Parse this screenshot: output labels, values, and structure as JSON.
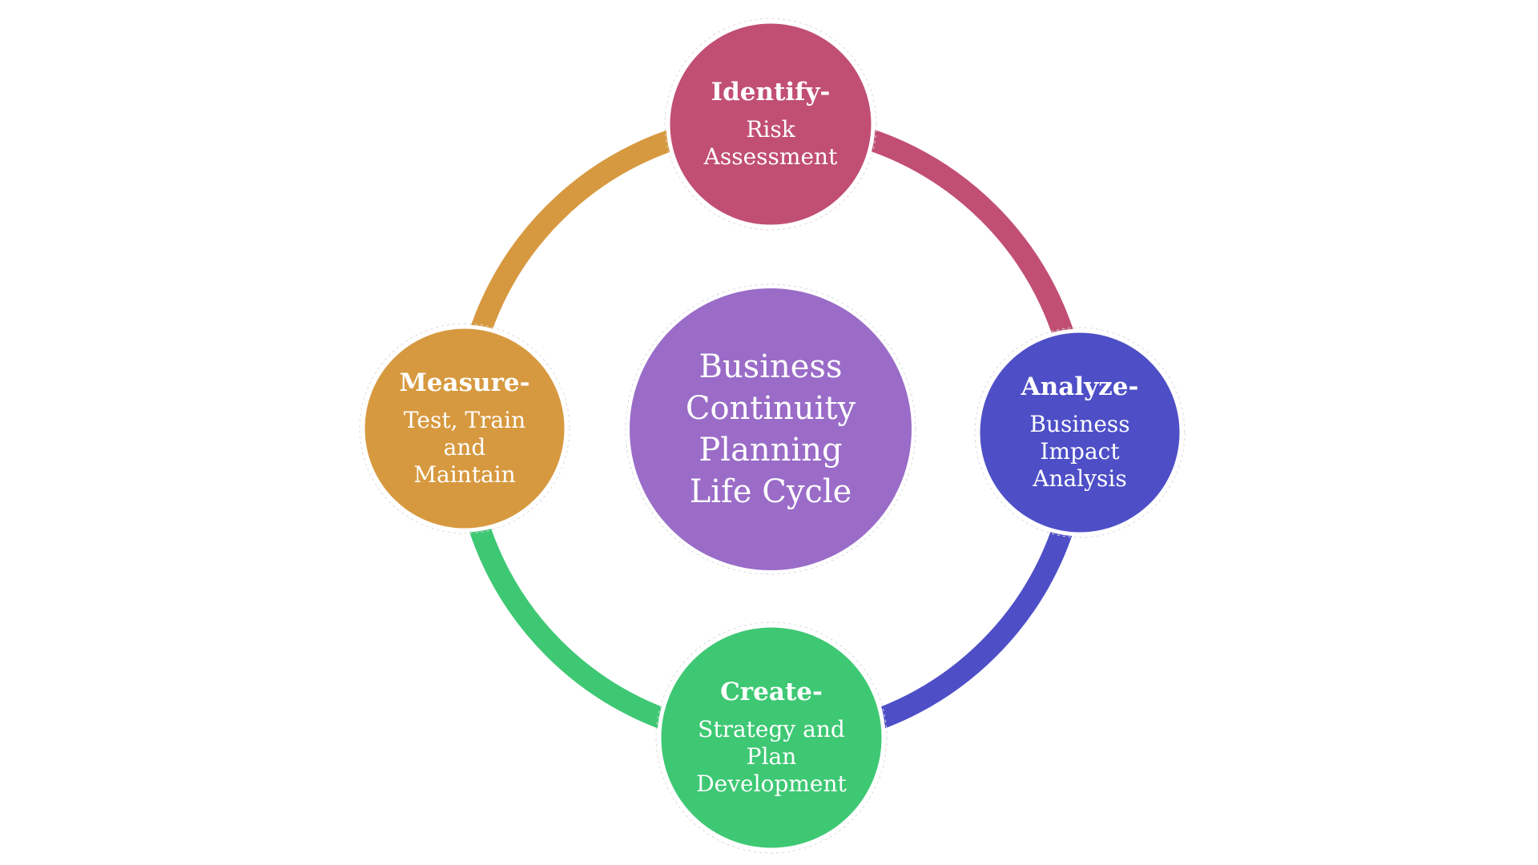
{
  "diagram": {
    "background": "#ffffff",
    "text_color": "#ffffff",
    "center": {
      "label": "Business\nContinuity\nPlanning\nLife Cycle",
      "color": "#9a6cc8"
    },
    "nodes": [
      {
        "position": "top",
        "heading": "Identify-",
        "subtitle": "Risk\nAssessment",
        "color": "#c14f73"
      },
      {
        "position": "right",
        "heading": "Analyze-",
        "subtitle": "Business\nImpact\nAnalysis",
        "color": "#4e4fc7"
      },
      {
        "position": "bottom",
        "heading": "Create-",
        "subtitle": "Strategy and\nPlan\nDevelopment",
        "color": "#3ec873"
      },
      {
        "position": "left",
        "heading": "Measure-",
        "subtitle": "Test, Train\nand\nMaintain",
        "color": "#d7993f"
      }
    ],
    "ring": {
      "segments": [
        {
          "from": "Measure",
          "to": "Identify",
          "color": "#d7993f"
        },
        {
          "from": "Identify",
          "to": "Analyze",
          "color": "#c14f73"
        },
        {
          "from": "Analyze",
          "to": "Create",
          "color": "#4e4fc7"
        },
        {
          "from": "Create",
          "to": "Measure",
          "color": "#3ec873"
        }
      ]
    }
  }
}
